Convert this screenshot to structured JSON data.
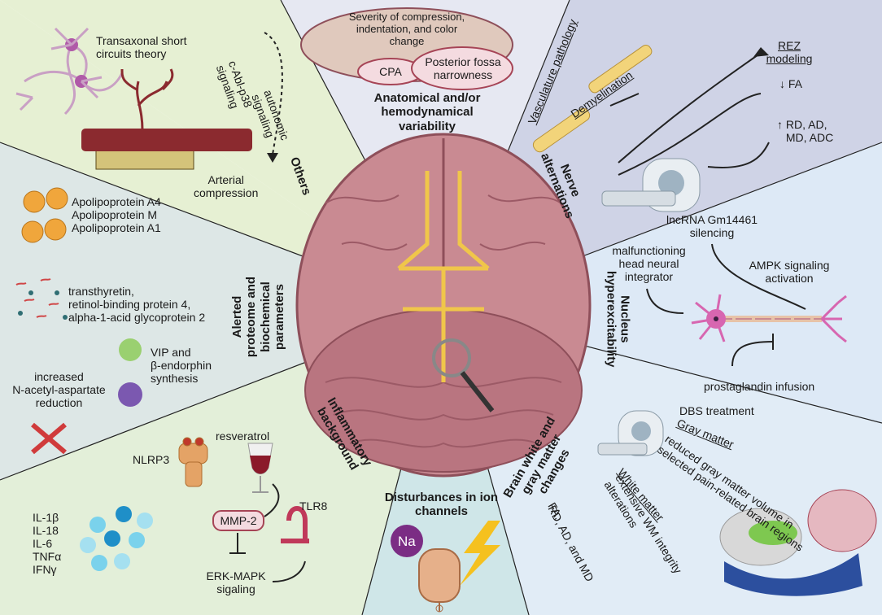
{
  "colors": {
    "others_bg": "#e6f0d3",
    "anatomical_bg": "#e6e8f2",
    "nerve_bg": "#cfd3e6",
    "nucleus_bg": "#dde9f6",
    "graymatter_bg": "#e1ecf6",
    "ion_bg": "#cfe6e8",
    "inflammatory_bg": "#e3efd9",
    "proteome_bg": "#dde7e6",
    "brain": "#c98a92",
    "brain_dark": "#8e4f5a",
    "vessel": "#f0c64a",
    "nerve_yellow": "#f2d47a",
    "neuron": "#c85fa0",
    "artery": "#8b2a2f"
  },
  "sections": {
    "others": {
      "title": "Others",
      "theory": "Transaxonal short\ncircuits theory",
      "cabl": "c-Abl-p38\nsignaling",
      "autonomic": "autonomic\nsignaling",
      "arterial": "Arterial\ncompression"
    },
    "anatomical": {
      "title": "Anatomical and/or\nhemodynamical\nvariability",
      "severity": "Severity of compression,\nindentation, and color\nchange",
      "cpa": "CPA",
      "fossa": "Posterior fossa\nnarrowness"
    },
    "nerve": {
      "title": "Nerve\nalternations",
      "vasculature": "Vasculature pathology",
      "demyelination": "Demyelination",
      "rez": "REZ\nmodeling",
      "fa": "FA",
      "rd": "RD, AD,\nMD, ADC"
    },
    "nucleus": {
      "title": "Nucleus\nhyperexcitability",
      "lncrna": "lncRNA Gm14461\nsilencing",
      "integrator": "malfunctioning\nhead neural\nintegrator",
      "ampk": "AMPK signaling\nactivation",
      "prostaglandin": "prostaglandin infusion",
      "dbs": "DBS treatment"
    },
    "brainmatter": {
      "title": "Brain white and\ngray matter\nchanges",
      "gray_title": "Gray matter",
      "gray_text": "reduced gray matter volume in\nselected pain-related brain regions",
      "white_title": "White matter",
      "white_text": "extensive WM integrity\nalterations",
      "fa": "FA,",
      "rd": "RD, AD, and MD"
    },
    "ion": {
      "title": "Disturbances in ion\nchannels",
      "na": "Na"
    },
    "inflammatory": {
      "title": "Inflammatory\nbackground",
      "nlrp3": "NLRP3",
      "resveratrol": "resveratrol",
      "mmp2": "MMP-2",
      "tlr8": "TLR8",
      "erk": "ERK-MAPK\nsigaling",
      "cytokines": "IL-1β\nIL-18\nIL-6\nTNFα\nIFNγ"
    },
    "proteome": {
      "title": "Alerted\nproteome and\nbiochemical\nparameters",
      "apolipo": "Apolipoprotein A4\nApolipoprotein M\nApolipoprotein A1",
      "transthyretin": "transthyretin,\nretinol-binding protein 4,\nalpha-1-acid glycoprotein 2",
      "vip": "VIP and\nβ-endorphin\nsynthesis",
      "naa": "increased\nN-acetyl-aspartate\nreduction"
    }
  }
}
